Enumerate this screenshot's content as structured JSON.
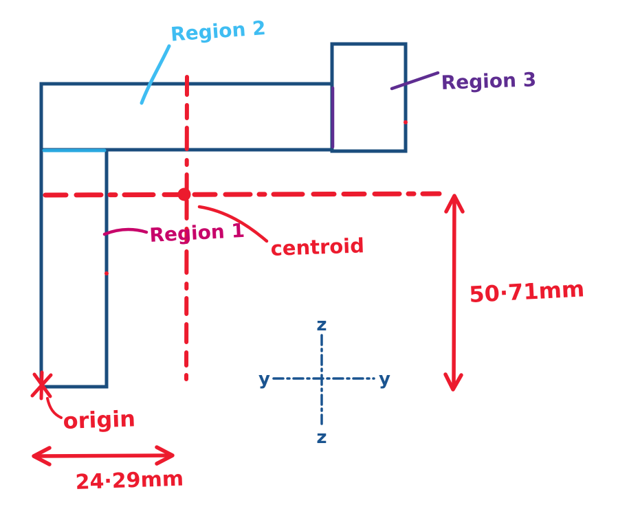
{
  "palette": {
    "outline_navy": "#1b4d7d",
    "region1_pink": "#c7046a",
    "region2_cyan": "#29a8e0",
    "region3_purple": "#5e2d91",
    "annotation_red": "#ec1b2e",
    "axis_blue": "#1a5490",
    "background": "#ffffff"
  },
  "regions": [
    {
      "label": "Region 1",
      "color": "#c7046a",
      "hatch": "diagonal"
    },
    {
      "label": "Region 2",
      "color": "#29a8e0",
      "hatch": "diagonal"
    },
    {
      "label": "Region 3",
      "color": "#5e2d91",
      "hatch": "diagonal"
    }
  ],
  "annotations": {
    "centroid_label": "centroid",
    "origin_label": "origin"
  },
  "dimensions": {
    "width_label": "24·29mm",
    "width_value_mm": 24.29,
    "height_label": "50·71mm",
    "height_value_mm": 50.71
  },
  "axis": {
    "y_left": "y",
    "y_right": "y",
    "z_top": "z",
    "z_bottom": "z"
  }
}
